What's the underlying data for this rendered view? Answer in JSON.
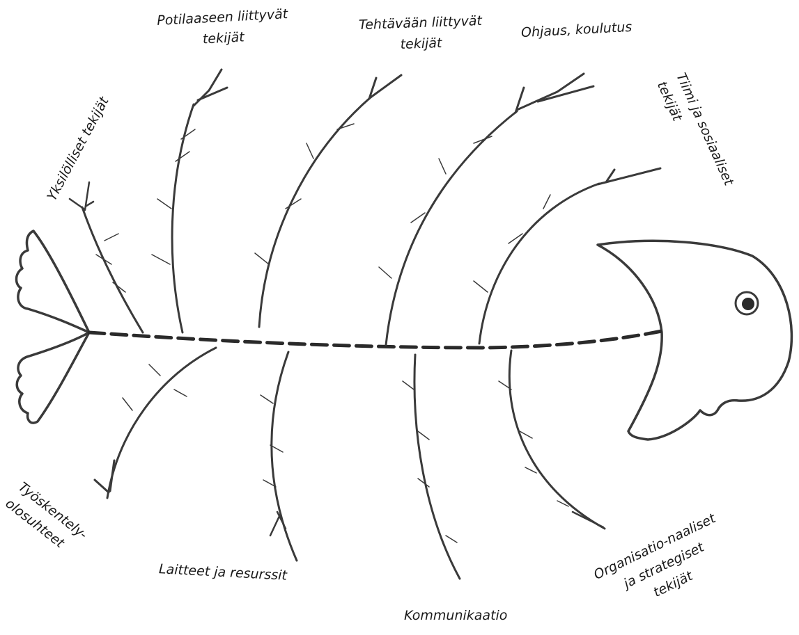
{
  "labels": {
    "individual": "Yksilölliset tekijät",
    "patient": [
      "Potilaaseen liittyvät",
      "tekijät"
    ],
    "task": [
      "Tehtävään liittyvät",
      "tekijät"
    ],
    "guidance": "Ohjaus, koulutus",
    "team": [
      "Tiimi ja sosiaaliset",
      "tekijät"
    ],
    "work_conditions": [
      "Työskentely-",
      "olosuhteet"
    ],
    "equipment": "Laitteet ja resurssit",
    "communication": "Kommunikaatio",
    "organisational": [
      "Organisatio-naaliset",
      "ja strategiset",
      "tekijät"
    ]
  },
  "colors": {
    "ink": "#3a3a3a",
    "spine": "#2a2a2a",
    "text": "#1a1a1a"
  }
}
